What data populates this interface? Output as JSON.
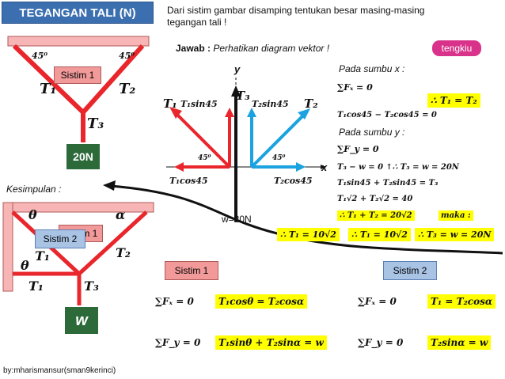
{
  "header": {
    "title": "TEGANGAN TALI (N)",
    "intro_line1": "Dari sistim gambar disamping tentukan besar masing-masing",
    "intro_line2": "tegangan tali !",
    "jawab_label": "Jawab :",
    "jawab_text": "Perhatikan diagram vektor !",
    "tengkiu": "tengkiu"
  },
  "left_diagram1": {
    "system_label": "Sistim 1",
    "angle_left": "45⁰",
    "angle_right": "45⁰",
    "t1": "T₁",
    "t2": "T₂",
    "t3": "T₃",
    "weight": "20N"
  },
  "left_diagram2": {
    "kesimpulan": "Kesimpulan :",
    "system_label": "Sistim 2",
    "hidden_label": "Sistim 1",
    "theta_top": "θ",
    "theta_bottom": "θ",
    "alpha": "α",
    "t1_top": "T₁",
    "t1_bottom": "T₁",
    "t2": "T₂",
    "t3": "T₃",
    "weight": "w"
  },
  "vector_diagram": {
    "y_axis": "y",
    "x_axis": "x",
    "t1_sin": "T₁sin45",
    "t2_sin": "T₂sin45",
    "t1_label": "T₁",
    "t2_label": "T₂",
    "t3_label": "T₃",
    "t1_cos": "T₁cos45",
    "t2_cos": "T₂cos45",
    "angle_left": "45⁰",
    "angle_right": "45⁰",
    "weight": "w=20N"
  },
  "right_solution": {
    "sumbu_x": "Pada sumbu x :",
    "fx_eq": "∑Fₓ = 0",
    "fx_result": "∴ T₁ = T₂",
    "fx_expand": "T₁cos45 − T₂cos45 = 0",
    "sumbu_y": "Pada sumbu y :",
    "fy_eq": "∑F_y = 0",
    "fy_line1": "T₃ − w = 0 ↑∴ T₃ = w = 20N",
    "fy_line2": "T₁sin45 + T₂sin45 = T₃",
    "fy_line3": "T₁√2 + T₂√2 = 40",
    "fy_line4": "∴ T₁ + T₂ = 20√2",
    "maka": "maka :",
    "final1": "∴ T₁ = 10√2",
    "final2": "∴ T₁ = 10√2",
    "final3": "∴ T₃ = w = 20N"
  },
  "bottom": {
    "sistim1": "Sistim 1",
    "sistim2": "Sistim 2",
    "s1_fx": "∑Fₓ = 0",
    "s1_fx_res": "T₁cosθ = T₂cosα",
    "s1_fy": "∑F_y = 0",
    "s1_fy_res": "T₁sinθ + T₂sinα = w",
    "s2_fx": "∑Fₓ = 0",
    "s2_fx_res": "T₁ = T₂cosα",
    "s2_fy": "∑F_y = 0",
    "s2_fy_res": "T₂sinα = w"
  },
  "footer": "by:mharismansur(sman9kerinci)",
  "colors": {
    "rope": "#e8262c",
    "vector_red": "#e8262c",
    "vector_blue": "#1aa3e0",
    "title_bg": "#3b6fb0",
    "highlight": "#ffff00"
  }
}
